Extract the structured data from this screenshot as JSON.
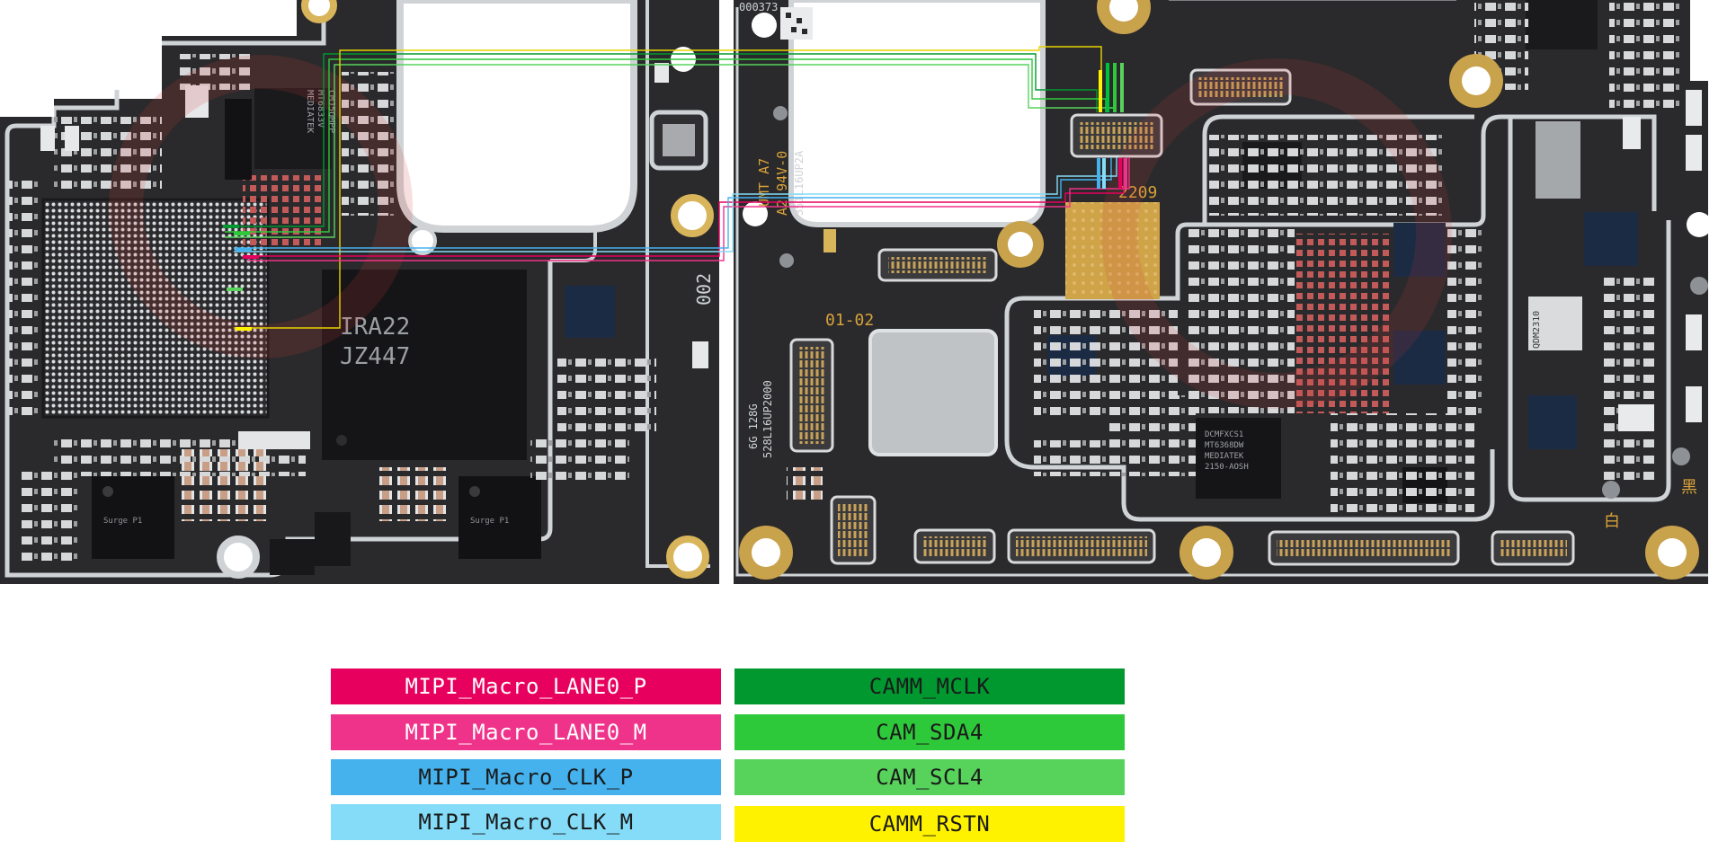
{
  "board": {
    "silkscreen": {
      "serial": "000373",
      "rev_left": "002",
      "rev_mid": "01-02",
      "date_code": "2209",
      "model_a": "UMT A7",
      "model_b": "A2 94V-0",
      "model_c": "351L16UP2A",
      "pcb_code": "528L16UP2000",
      "mem_spec": "6G 128G",
      "mem_chip": "IRA22",
      "mem_chip_2": "JZ447",
      "soc_brand": "MEDIATEK",
      "soc_part": "MT6833V",
      "soc_code": "CMJ5QMPP",
      "pmic_brand": "MEDIATEK",
      "pmic_part": "MT6368DW",
      "pmic_code": "DCMFXCS1",
      "pmic_lot": "2150-AOSH",
      "surge_1": "Surge P1",
      "surge_2": "Surge P1",
      "qr_label": "QDM2310",
      "kanji_1": "白",
      "kanji_2": "黑"
    }
  },
  "legend": [
    {
      "label": "MIPI_Macro_LANE0_P",
      "color": "#e8005e",
      "text_color": "#ffffff"
    },
    {
      "label": "MIPI_Macro_LANE0_M",
      "color": "#f0338a",
      "text_color": "#ffffff"
    },
    {
      "label": "MIPI_Macro_CLK_P",
      "color": "#45b2ee",
      "text_color": "#1a1a1a"
    },
    {
      "label": "MIPI_Macro_CLK_M",
      "color": "#84dcf8",
      "text_color": "#1a1a1a"
    },
    {
      "label": "CAMM_MCLK",
      "color": "#00982f",
      "text_color": "#1a1a1a"
    },
    {
      "label": "CAM_SDA4",
      "color": "#2ec93b",
      "text_color": "#1a1a1a"
    },
    {
      "label": "CAM_SCL4",
      "color": "#57d35c",
      "text_color": "#1a1a1a"
    },
    {
      "label": "CAMM_RSTN",
      "color": "#fff200",
      "text_color": "#1a1a1a"
    }
  ],
  "colors": {
    "pcb": "#2a2a2c",
    "pcb_dark": "#1b1b1d",
    "outline": "#cfd3d6",
    "pad_gold": "#d8b45a",
    "shield": "#b9bcbf",
    "chip": "#151517",
    "watermark": "#d23a3a"
  }
}
